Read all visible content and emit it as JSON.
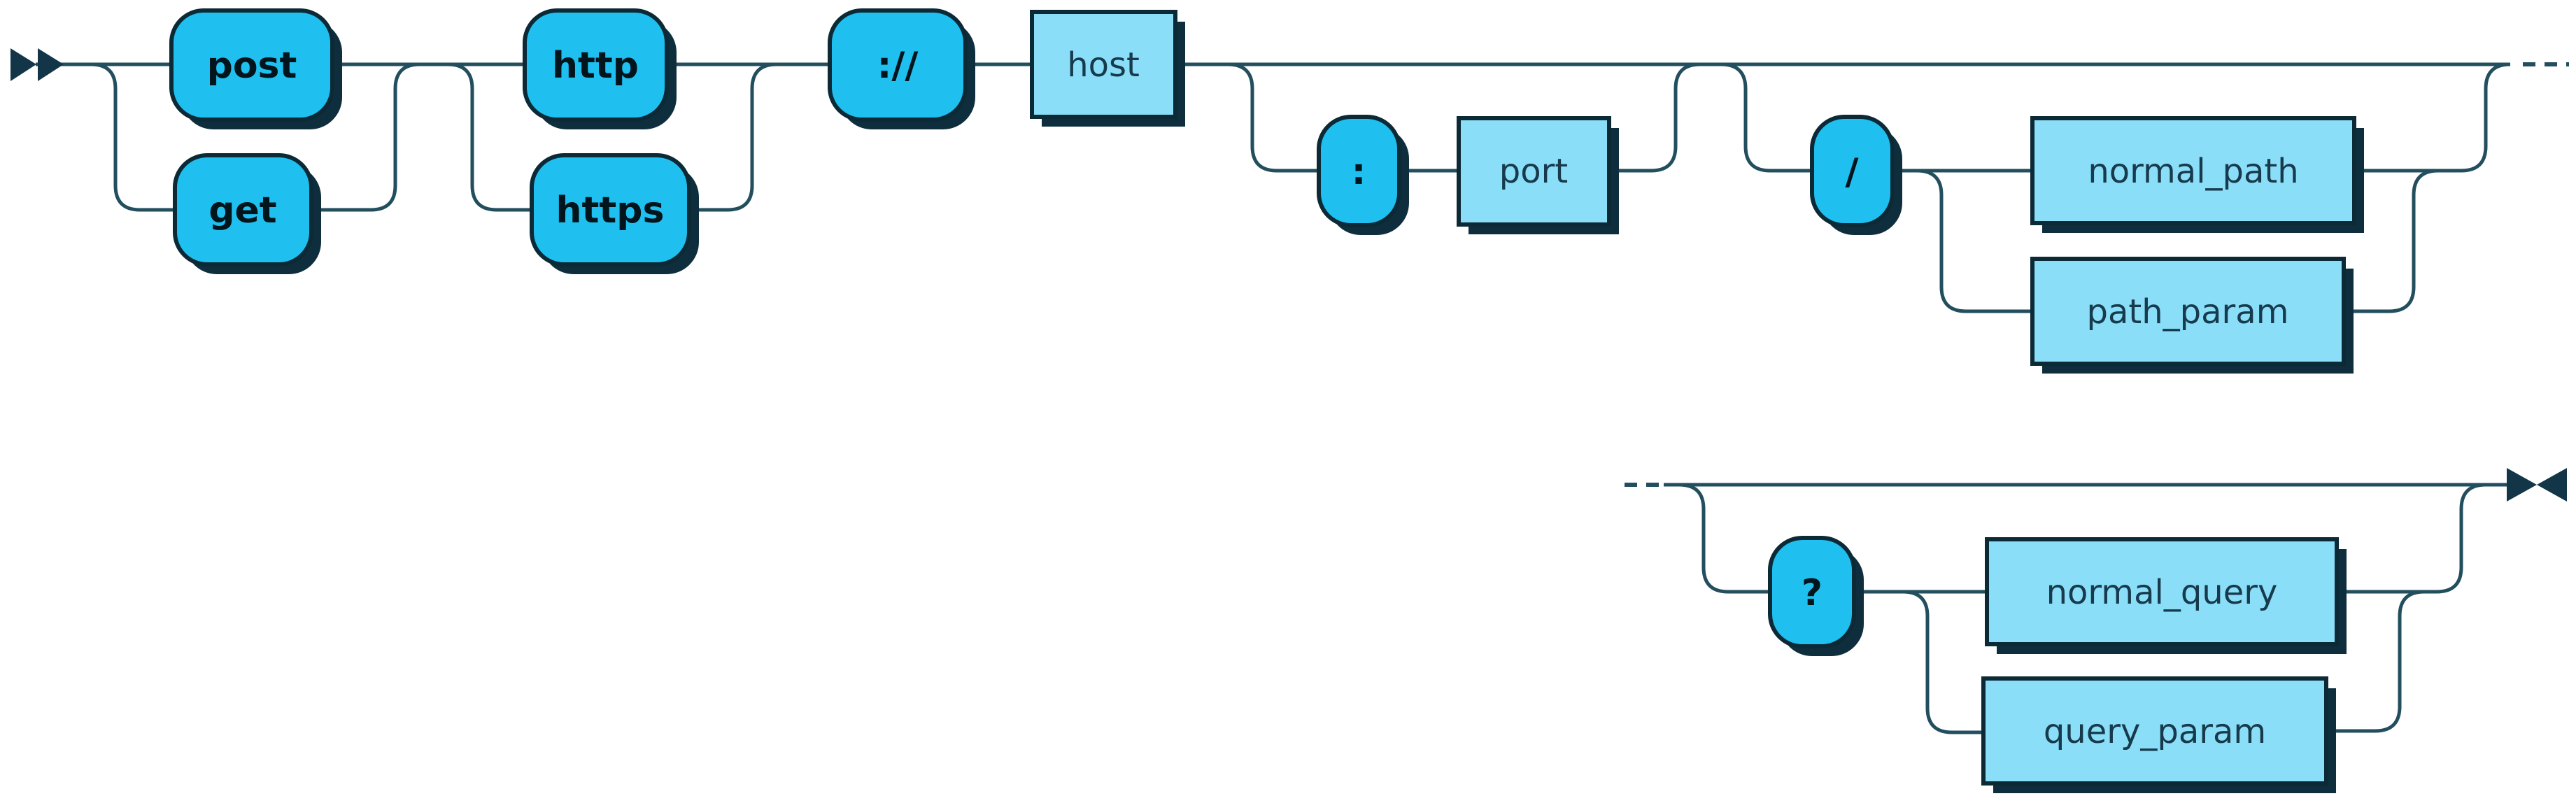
{
  "diagram": {
    "kind": "railroad-syntax-diagram",
    "start_marker": "double-right-arrows",
    "end_marker": "bowtie",
    "continuation_marker": "dashed-ellipsis",
    "colors": {
      "background": "#ffffff",
      "terminal_fill": "#1fc0f0",
      "nonterminal_fill": "#8adef8",
      "box_outline": "#0c2936",
      "rail_line": "#224e5e",
      "shadow": "#0f2e3d",
      "terminal_text": "#02151d",
      "nonterminal_text": "#173a4c"
    },
    "grammar": {
      "sequence": [
        {
          "choice_terminals": [
            "post",
            "get"
          ]
        },
        {
          "choice_terminals": [
            "http",
            "https"
          ]
        },
        {
          "terminal": "://"
        },
        {
          "nonterminal": "host"
        },
        {
          "optional": {
            "sequence": [
              {
                "terminal": ":"
              },
              {
                "nonterminal": "port"
              }
            ]
          }
        },
        {
          "optional": {
            "sequence": [
              {
                "terminal": "/"
              },
              {
                "choice_nonterminals": [
                  "normal_path",
                  "path_param"
                ]
              }
            ]
          }
        },
        {
          "optional": {
            "sequence": [
              {
                "terminal": "?"
              },
              {
                "choice_nonterminals": [
                  "normal_query",
                  "query_param"
                ]
              }
            ]
          }
        }
      ]
    }
  },
  "nodes": {
    "post": {
      "label": "post",
      "type": "terminal"
    },
    "get": {
      "label": "get",
      "type": "terminal"
    },
    "http": {
      "label": "http",
      "type": "terminal"
    },
    "https": {
      "label": "https",
      "type": "terminal"
    },
    "scheme_sep": {
      "label": "://",
      "type": "terminal"
    },
    "host": {
      "label": "host",
      "type": "nonterminal"
    },
    "colon": {
      "label": ":",
      "type": "terminal"
    },
    "port": {
      "label": "port",
      "type": "nonterminal"
    },
    "slash": {
      "label": "/",
      "type": "terminal"
    },
    "normal_path": {
      "label": "normal_path",
      "type": "nonterminal"
    },
    "path_param": {
      "label": "path_param",
      "type": "nonterminal"
    },
    "question": {
      "label": "?",
      "type": "terminal"
    },
    "normal_query": {
      "label": "normal_query",
      "type": "nonterminal"
    },
    "query_param": {
      "label": "query_param",
      "type": "nonterminal"
    }
  }
}
